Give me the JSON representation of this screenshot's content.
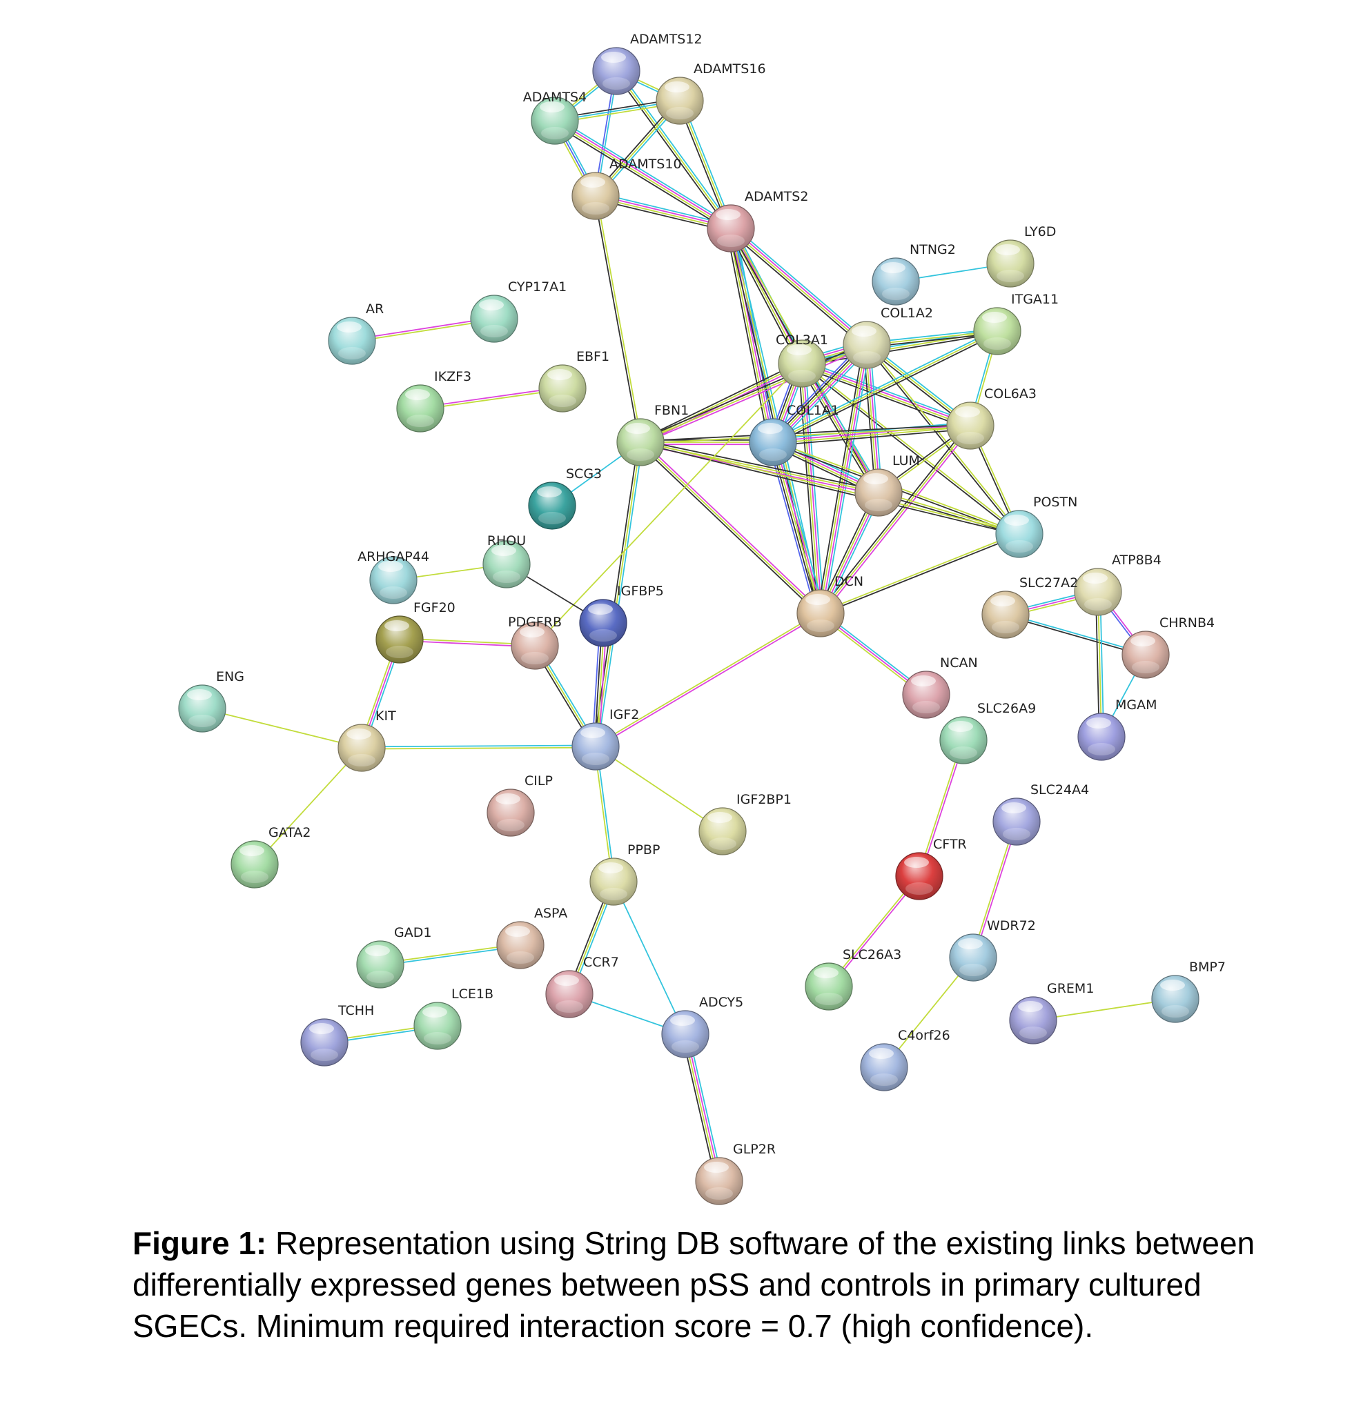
{
  "colors": {
    "edge_cyan": "#33c4dd",
    "edge_yellow": "#c2dc3c",
    "edge_magenta": "#dd44dd",
    "edge_black": "#333333",
    "edge_blue": "#5566ee"
  },
  "nodes": [
    {
      "id": "ADAMTS12",
      "color": "#9fa6dd"
    },
    {
      "id": "ADAMTS16",
      "color": "#dcd2a6"
    },
    {
      "id": "ADAMTS4",
      "color": "#9fdab9"
    },
    {
      "id": "ADAMTS10",
      "color": "#dccaa4"
    },
    {
      "id": "ADAMTS2",
      "color": "#dca4a8"
    },
    {
      "id": "NTNG2",
      "color": "#a4cee0"
    },
    {
      "id": "LY6D",
      "color": "#d4dca4"
    },
    {
      "id": "CYP17A1",
      "color": "#9fdcc4"
    },
    {
      "id": "AR",
      "color": "#9fdcdc"
    },
    {
      "id": "ITGA11",
      "color": "#bfe0a0"
    },
    {
      "id": "COL1A2",
      "color": "#dcdcb4"
    },
    {
      "id": "COL3A1",
      "color": "#d2dca4"
    },
    {
      "id": "EBF1",
      "color": "#cedca4"
    },
    {
      "id": "IKZF3",
      "color": "#a4dca4"
    },
    {
      "id": "COL6A3",
      "color": "#dcdca8"
    },
    {
      "id": "FBN1",
      "color": "#bcdca4"
    },
    {
      "id": "COL1A1",
      "color": "#8cbcdc"
    },
    {
      "id": "LUM",
      "color": "#dcc4a8"
    },
    {
      "id": "SCG3",
      "color": "#3ca4a0"
    },
    {
      "id": "POSTN",
      "color": "#9fdce0"
    },
    {
      "id": "RHOU",
      "color": "#a4dcbc"
    },
    {
      "id": "ARHGAP44",
      "color": "#9fd8dc"
    },
    {
      "id": "IGFBP5",
      "color": "#5a6cc4"
    },
    {
      "id": "ATP8B4",
      "color": "#e0dcb0"
    },
    {
      "id": "SLC27A2",
      "color": "#dcc8a4"
    },
    {
      "id": "FGF20",
      "color": "#a4a050"
    },
    {
      "id": "PDGFRB",
      "color": "#dcb4a8"
    },
    {
      "id": "DCN",
      "color": "#e0c4a0"
    },
    {
      "id": "CHRNB4",
      "color": "#dcb4a8"
    },
    {
      "id": "ENG",
      "color": "#9fdcc8"
    },
    {
      "id": "NCAN",
      "color": "#dca4ac"
    },
    {
      "id": "KIT",
      "color": "#dcd0a4"
    },
    {
      "id": "IGF2",
      "color": "#a4b8e0"
    },
    {
      "id": "SLC26A9",
      "color": "#9fdcb8"
    },
    {
      "id": "MGAM",
      "color": "#9fa0e0"
    },
    {
      "id": "CILP",
      "color": "#dcb0a8"
    },
    {
      "id": "IGF2BP1",
      "color": "#dcdca4"
    },
    {
      "id": "SLC24A4",
      "color": "#a4a8e0"
    },
    {
      "id": "GATA2",
      "color": "#a4dca4"
    },
    {
      "id": "PPBP",
      "color": "#dcdca8"
    },
    {
      "id": "CFTR",
      "color": "#dc4040"
    },
    {
      "id": "ASPA",
      "color": "#dcbca8"
    },
    {
      "id": "GAD1",
      "color": "#a4dcb0"
    },
    {
      "id": "CCR7",
      "color": "#dca4ac"
    },
    {
      "id": "WDR72",
      "color": "#a4cce0"
    },
    {
      "id": "SLC26A3",
      "color": "#a4dca4"
    },
    {
      "id": "LCE1B",
      "color": "#a4dcb0"
    },
    {
      "id": "TCHH",
      "color": "#9fa4dc"
    },
    {
      "id": "ADCY5",
      "color": "#a4b4e0"
    },
    {
      "id": "GREM1",
      "color": "#a4a4dc"
    },
    {
      "id": "BMP7",
      "color": "#a4ccdc"
    },
    {
      "id": "C4orf26",
      "color": "#a4b8e0"
    },
    {
      "id": "GLP2R",
      "color": "#dcbca8"
    }
  ],
  "edges": [
    [
      "ADAMTS12",
      "ADAMTS16",
      [
        "yellow",
        "cyan"
      ]
    ],
    [
      "ADAMTS12",
      "ADAMTS4",
      [
        "cyan",
        "yellow"
      ]
    ],
    [
      "ADAMTS12",
      "ADAMTS10",
      [
        "cyan",
        "blue"
      ]
    ],
    [
      "ADAMTS12",
      "ADAMTS2",
      [
        "cyan",
        "yellow",
        "black"
      ]
    ],
    [
      "ADAMTS16",
      "ADAMTS4",
      [
        "yellow",
        "cyan",
        "black"
      ]
    ],
    [
      "ADAMTS16",
      "ADAMTS10",
      [
        "cyan",
        "yellow",
        "black"
      ]
    ],
    [
      "ADAMTS16",
      "ADAMTS2",
      [
        "cyan",
        "yellow",
        "black"
      ]
    ],
    [
      "ADAMTS4",
      "ADAMTS10",
      [
        "cyan",
        "blue",
        "yellow"
      ]
    ],
    [
      "ADAMTS4",
      "ADAMTS2",
      [
        "cyan",
        "magenta",
        "yellow",
        "black"
      ]
    ],
    [
      "ADAMTS10",
      "ADAMTS2",
      [
        "cyan",
        "magenta",
        "yellow",
        "black"
      ]
    ],
    [
      "ADAMTS10",
      "FBN1",
      [
        "yellow",
        "black"
      ]
    ],
    [
      "ADAMTS2",
      "COL1A1",
      [
        "cyan",
        "blue",
        "magenta",
        "yellow",
        "black"
      ]
    ],
    [
      "ADAMTS2",
      "COL1A2",
      [
        "cyan",
        "magenta",
        "yellow",
        "black"
      ]
    ],
    [
      "ADAMTS2",
      "COL3A1",
      [
        "cyan",
        "magenta",
        "yellow",
        "black"
      ]
    ],
    [
      "ADAMTS2",
      "DCN",
      [
        "cyan",
        "yellow",
        "black"
      ]
    ],
    [
      "ADAMTS2",
      "LUM",
      [
        "yellow",
        "black"
      ]
    ],
    [
      "NTNG2",
      "LY6D",
      [
        "cyan"
      ]
    ],
    [
      "AR",
      "CYP17A1",
      [
        "magenta",
        "yellow"
      ]
    ],
    [
      "IKZF3",
      "EBF1",
      [
        "magenta",
        "yellow"
      ]
    ],
    [
      "COL3A1",
      "COL1A2",
      [
        "cyan",
        "magenta",
        "yellow",
        "black",
        "blue"
      ]
    ],
    [
      "COL3A1",
      "COL1A1",
      [
        "cyan",
        "magenta",
        "yellow",
        "black",
        "blue"
      ]
    ],
    [
      "COL3A1",
      "ITGA11",
      [
        "cyan",
        "yellow",
        "black"
      ]
    ],
    [
      "COL3A1",
      "COL6A3",
      [
        "cyan",
        "magenta",
        "yellow",
        "black"
      ]
    ],
    [
      "COL3A1",
      "LUM",
      [
        "cyan",
        "magenta",
        "yellow",
        "black"
      ]
    ],
    [
      "COL3A1",
      "DCN",
      [
        "cyan",
        "magenta",
        "yellow",
        "black"
      ]
    ],
    [
      "COL3A1",
      "FBN1",
      [
        "magenta",
        "yellow",
        "black"
      ]
    ],
    [
      "COL3A1",
      "POSTN",
      [
        "yellow",
        "black"
      ]
    ],
    [
      "COL1A2",
      "ITGA11",
      [
        "cyan",
        "yellow",
        "black"
      ]
    ],
    [
      "COL1A2",
      "COL1A1",
      [
        "cyan",
        "magenta",
        "yellow",
        "black",
        "blue"
      ]
    ],
    [
      "COL1A2",
      "COL6A3",
      [
        "cyan",
        "yellow",
        "black"
      ]
    ],
    [
      "COL1A2",
      "LUM",
      [
        "cyan",
        "magenta",
        "yellow",
        "black"
      ]
    ],
    [
      "COL1A2",
      "DCN",
      [
        "cyan",
        "magenta",
        "yellow",
        "black"
      ]
    ],
    [
      "COL1A2",
      "FBN1",
      [
        "magenta",
        "yellow",
        "black"
      ]
    ],
    [
      "COL1A2",
      "POSTN",
      [
        "yellow",
        "black"
      ]
    ],
    [
      "COL1A1",
      "ITGA11",
      [
        "cyan",
        "yellow",
        "black"
      ]
    ],
    [
      "COL1A1",
      "COL6A3",
      [
        "cyan",
        "magenta",
        "yellow",
        "black"
      ]
    ],
    [
      "COL1A1",
      "LUM",
      [
        "cyan",
        "magenta",
        "yellow",
        "black"
      ]
    ],
    [
      "COL1A1",
      "DCN",
      [
        "cyan",
        "magenta",
        "yellow",
        "black",
        "blue"
      ]
    ],
    [
      "COL1A1",
      "FBN1",
      [
        "magenta",
        "yellow",
        "black"
      ]
    ],
    [
      "COL1A1",
      "POSTN",
      [
        "yellow",
        "black"
      ]
    ],
    [
      "COL6A3",
      "ITGA11",
      [
        "cyan",
        "yellow"
      ]
    ],
    [
      "COL6A3",
      "LUM",
      [
        "yellow",
        "black"
      ]
    ],
    [
      "COL6A3",
      "DCN",
      [
        "magenta",
        "yellow",
        "black"
      ]
    ],
    [
      "COL6A3",
      "FBN1",
      [
        "yellow",
        "black"
      ]
    ],
    [
      "COL6A3",
      "POSTN",
      [
        "yellow",
        "black"
      ]
    ],
    [
      "LUM",
      "DCN",
      [
        "cyan",
        "magenta",
        "yellow",
        "black"
      ]
    ],
    [
      "LUM",
      "FBN1",
      [
        "magenta",
        "yellow",
        "black"
      ]
    ],
    [
      "LUM",
      "POSTN",
      [
        "yellow",
        "black"
      ]
    ],
    [
      "FBN1",
      "DCN",
      [
        "magenta",
        "yellow",
        "black"
      ]
    ],
    [
      "FBN1",
      "POSTN",
      [
        "yellow",
        "black"
      ]
    ],
    [
      "FBN1",
      "SCG3",
      [
        "cyan"
      ]
    ],
    [
      "FBN1",
      "IGF2",
      [
        "cyan",
        "yellow",
        "black"
      ]
    ],
    [
      "DCN",
      "POSTN",
      [
        "yellow",
        "black"
      ]
    ],
    [
      "DCN",
      "IGF2",
      [
        "magenta",
        "yellow"
      ]
    ],
    [
      "DCN",
      "NCAN",
      [
        "cyan",
        "magenta",
        "yellow"
      ]
    ],
    [
      "COL3A1",
      "PDGFRB",
      [
        "yellow"
      ]
    ],
    [
      "RHOU",
      "ARHGAP44",
      [
        "yellow"
      ]
    ],
    [
      "RHOU",
      "IGFBP5",
      [
        "black"
      ]
    ],
    [
      "IGFBP5",
      "IGF2",
      [
        "magenta",
        "yellow",
        "black",
        "blue"
      ]
    ],
    [
      "PDGFRB",
      "IGF2",
      [
        "cyan",
        "yellow",
        "black"
      ]
    ],
    [
      "PDGFRB",
      "FGF20",
      [
        "magenta",
        "yellow"
      ]
    ],
    [
      "FGF20",
      "KIT",
      [
        "cyan",
        "magenta",
        "yellow"
      ]
    ],
    [
      "KIT",
      "IGF2",
      [
        "cyan",
        "yellow"
      ]
    ],
    [
      "KIT",
      "ENG",
      [
        "yellow"
      ]
    ],
    [
      "KIT",
      "GATA2",
      [
        "yellow"
      ]
    ],
    [
      "IGF2",
      "IGF2BP1",
      [
        "yellow"
      ]
    ],
    [
      "IGF2",
      "PPBP",
      [
        "cyan",
        "yellow"
      ]
    ],
    [
      "PPBP",
      "CCR7",
      [
        "cyan",
        "yellow",
        "black"
      ]
    ],
    [
      "PPBP",
      "ADCY5",
      [
        "cyan"
      ]
    ],
    [
      "CCR7",
      "ADCY5",
      [
        "cyan"
      ]
    ],
    [
      "ADCY5",
      "GLP2R",
      [
        "cyan",
        "magenta",
        "yellow",
        "black"
      ]
    ],
    [
      "GAD1",
      "ASPA",
      [
        "yellow",
        "cyan"
      ]
    ],
    [
      "TCHH",
      "LCE1B",
      [
        "yellow",
        "cyan"
      ]
    ],
    [
      "SLC27A2",
      "ATP8B4",
      [
        "cyan",
        "magenta",
        "yellow"
      ]
    ],
    [
      "SLC27A2",
      "CHRNB4",
      [
        "cyan",
        "black"
      ]
    ],
    [
      "ATP8B4",
      "CHRNB4",
      [
        "magenta",
        "blue"
      ]
    ],
    [
      "ATP8B4",
      "MGAM",
      [
        "cyan",
        "yellow",
        "black"
      ]
    ],
    [
      "CHRNB4",
      "MGAM",
      [
        "cyan"
      ]
    ],
    [
      "SLC26A9",
      "CFTR",
      [
        "magenta",
        "yellow"
      ]
    ],
    [
      "CFTR",
      "SLC26A3",
      [
        "magenta",
        "yellow"
      ]
    ],
    [
      "SLC24A4",
      "WDR72",
      [
        "magenta",
        "yellow"
      ]
    ],
    [
      "WDR72",
      "C4orf26",
      [
        "yellow"
      ]
    ],
    [
      "GREM1",
      "BMP7",
      [
        "yellow"
      ]
    ]
  ],
  "caption": {
    "label": "Figure 1:",
    "text": " Representation using String DB software of the existing links between differentially expressed genes between pSS and controls in primary cultured SGECs. Minimum required interaction score = 0.7 (high confidence)."
  }
}
